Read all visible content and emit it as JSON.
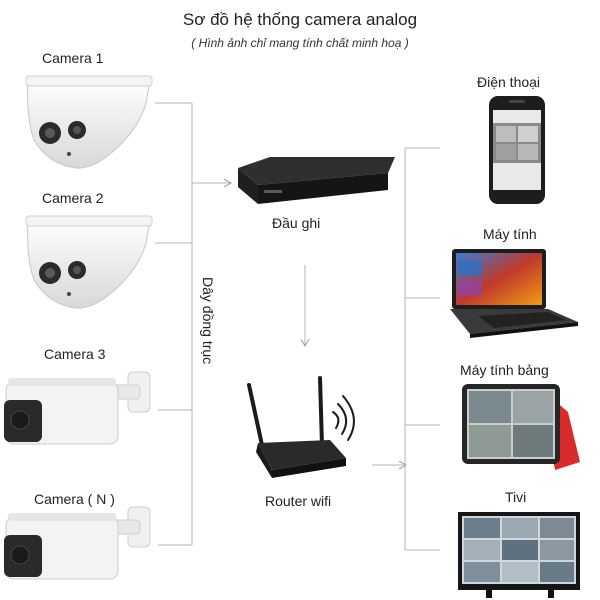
{
  "title": "Sơ đồ hệ thống camera analog",
  "subtitle": "( Hình ảnh chỉ mang tính chất minh hoạ )",
  "cameras": [
    {
      "label": "Camera 1",
      "type": "dome"
    },
    {
      "label": "Camera 2",
      "type": "dome"
    },
    {
      "label": "Camera 3",
      "type": "bullet"
    },
    {
      "label": "Camera ( N )",
      "type": "bullet"
    }
  ],
  "cable_label": "Dây đồng trục",
  "recorder_label": "Đầu ghi",
  "router_label": "Router wifi",
  "devices": [
    {
      "label": "Điện thoại",
      "icon": "phone-icon"
    },
    {
      "label": "Máy tính",
      "icon": "laptop-icon"
    },
    {
      "label": "Máy tính bảng",
      "icon": "tablet-icon"
    },
    {
      "label": "Tivi",
      "icon": "tv-icon"
    }
  ],
  "colors": {
    "line": "#b5b5b5",
    "device_dark": "#1d1d1d",
    "tablet_case": "#d92b2b"
  }
}
